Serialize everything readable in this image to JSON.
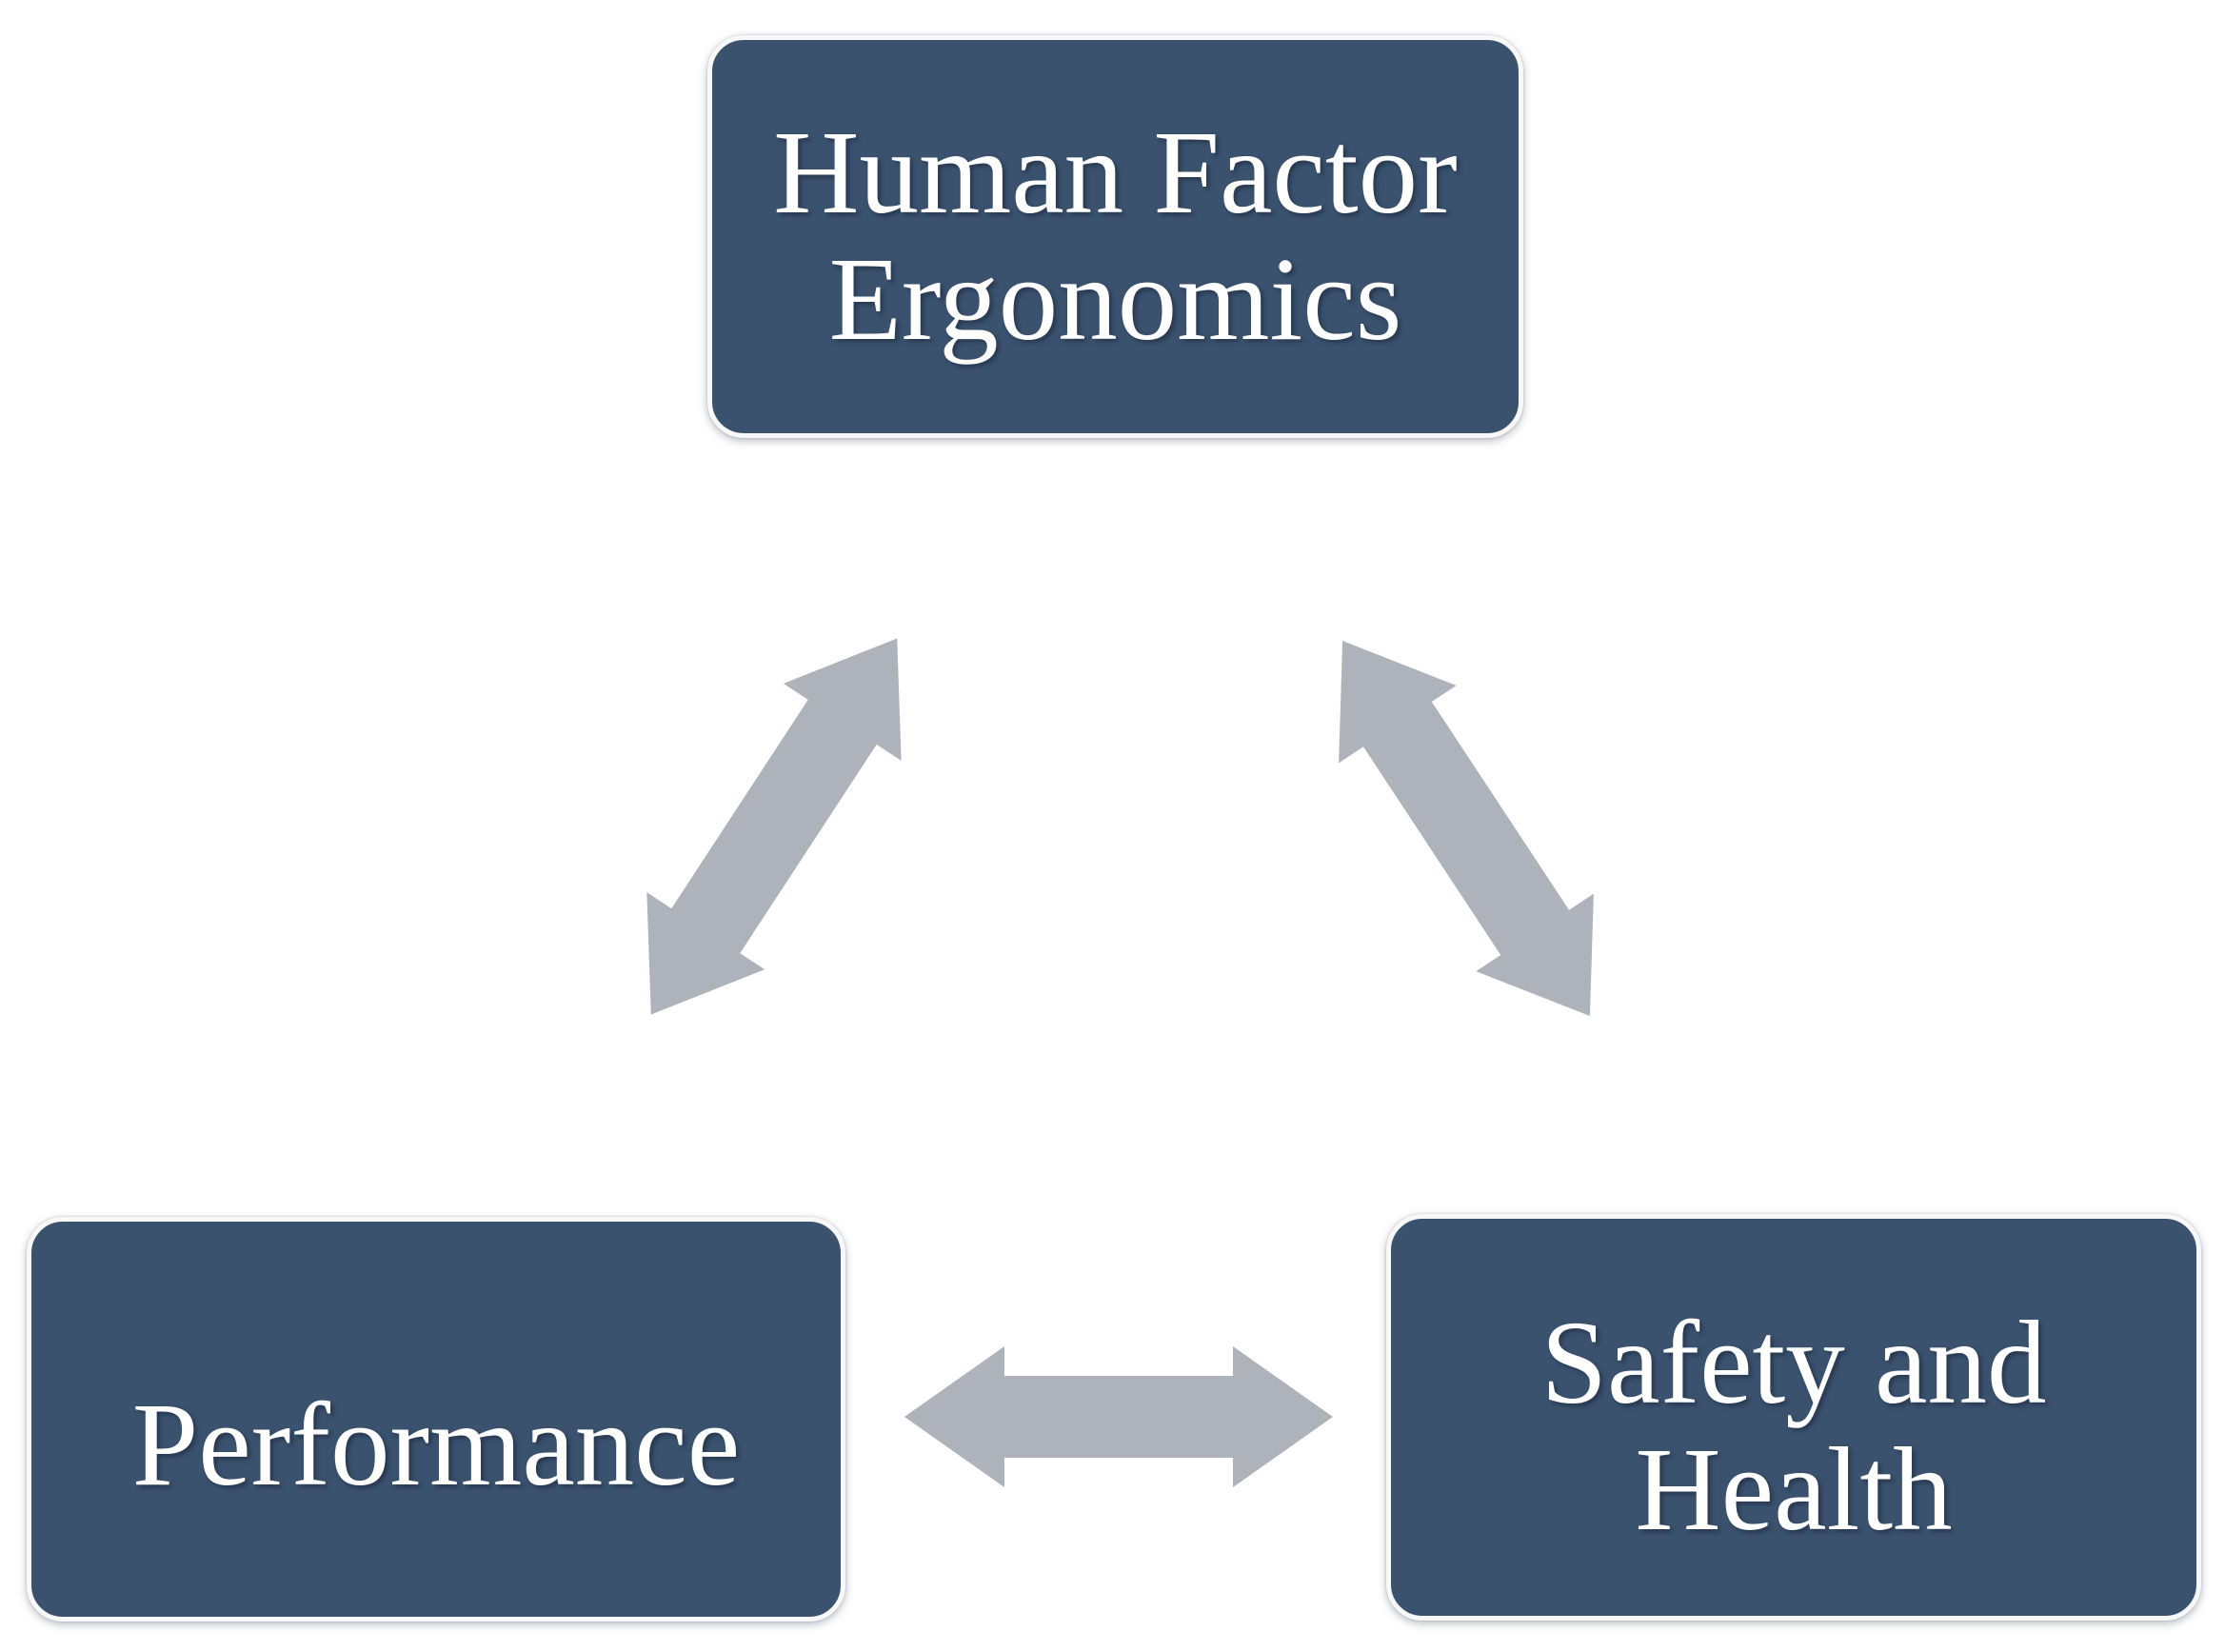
{
  "diagram": {
    "type": "triangular-relationship-diagram",
    "background": "#FFFFFF",
    "nodes": {
      "hfe": {
        "label": "Human Factor\nErgonomics"
      },
      "performance": {
        "label": "Performance"
      },
      "safety": {
        "label": "Safety and\nHealth"
      }
    },
    "connectors": [
      {
        "id": "hfe-performance",
        "style": "double-headed-arrow",
        "from": "Human Factor Ergonomics",
        "to": "Performance"
      },
      {
        "id": "hfe-safety",
        "style": "double-headed-arrow",
        "from": "Human Factor Ergonomics",
        "to": "Safety and Health"
      },
      {
        "id": "performance-safety",
        "style": "double-headed-arrow",
        "from": "Performance",
        "to": "Safety and Health"
      }
    ],
    "colors": {
      "node_fill": "#3A526E",
      "node_border": "#F8F8F8",
      "node_text": "#FFFFFF",
      "arrow": "#AEB2BB",
      "background": "#FFFFFF"
    }
  }
}
